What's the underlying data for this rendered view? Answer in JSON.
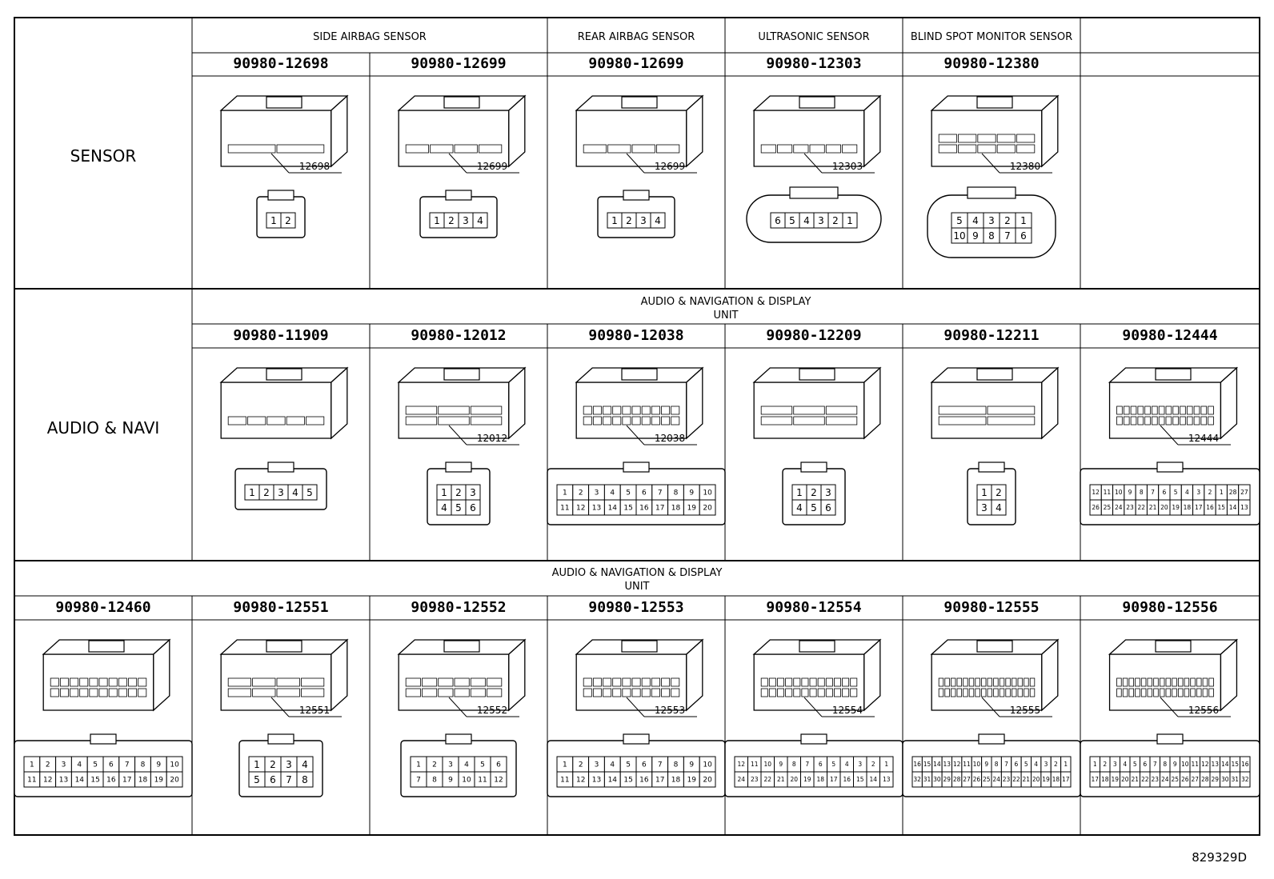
{
  "sections": [
    {
      "row_label": "SENSOR",
      "groups": [
        {
          "title": "SIDE AIRBAG SENSOR",
          "span": 2
        },
        {
          "title": "REAR AIRBAG SENSOR",
          "span": 1
        },
        {
          "title": "ULTRASONIC SENSOR",
          "span": 1
        },
        {
          "title": "BLIND SPOT MONITOR SENSOR",
          "span": 1
        },
        {
          "title": "",
          "span": 1
        }
      ],
      "connectors": [
        {
          "part": "90980-12698",
          "tag": "12698",
          "style": "airbag2",
          "face_pins": [
            "1",
            "2"
          ],
          "face_rows": 1
        },
        {
          "part": "90980-12699",
          "tag": "12699",
          "style": "wired",
          "face_pins": [
            "1",
            "2",
            "3",
            "4"
          ],
          "face_rows": 1
        },
        {
          "part": "90980-12699",
          "tag": "12699",
          "style": "wired",
          "face_pins": [
            "1",
            "2",
            "3",
            "4"
          ],
          "face_rows": 1
        },
        {
          "part": "90980-12303",
          "tag": "12303",
          "style": "round",
          "face_pins": [
            "6",
            "5",
            "4",
            "3",
            "2",
            "1"
          ],
          "face_rows": 1,
          "face_shape": "oval"
        },
        {
          "part": "90980-12380",
          "tag": "12380",
          "style": "round",
          "face_pins": [
            "5",
            "4",
            "3",
            "2",
            "1",
            "10",
            "9",
            "8",
            "7",
            "6"
          ],
          "face_rows": 2,
          "face_shape": "oval"
        },
        {
          "part": "",
          "tag": "",
          "style": "none",
          "face_pins": [],
          "face_rows": 0
        }
      ]
    },
    {
      "row_label": "AUDIO & NAVI",
      "banner": [
        "AUDIO & NAVIGATION & DISPLAY",
        "UNIT"
      ],
      "connectors": [
        {
          "part": "90980-11909",
          "tag": "",
          "style": "latch",
          "face_pins": [
            "1",
            "2",
            "3",
            "4",
            "5"
          ],
          "face_rows": 1
        },
        {
          "part": "90980-12012",
          "tag": "12012",
          "style": "block",
          "face_pins": [
            "1",
            "2",
            "3",
            "4",
            "5",
            "6"
          ],
          "face_rows": 2
        },
        {
          "part": "90980-12038",
          "tag": "12038",
          "style": "wide",
          "face_pins": [
            "1",
            "2",
            "3",
            "4",
            "5",
            "6",
            "7",
            "8",
            "9",
            "10",
            "11",
            "12",
            "13",
            "14",
            "15",
            "16",
            "17",
            "18",
            "19",
            "20"
          ],
          "face_rows": 2
        },
        {
          "part": "90980-12209",
          "tag": "",
          "style": "block",
          "face_pins": [
            "1",
            "2",
            "3",
            "4",
            "5",
            "6"
          ],
          "face_rows": 2
        },
        {
          "part": "90980-12211",
          "tag": "",
          "style": "small",
          "face_pins": [
            "1",
            "2",
            "3",
            "4"
          ],
          "face_rows": 2
        },
        {
          "part": "90980-12444",
          "tag": "12444",
          "style": "wide",
          "face_pins": [
            "12",
            "11",
            "10",
            "9",
            "8",
            "7",
            "6",
            "5",
            "4",
            "3",
            "2",
            "1",
            "28",
            "27",
            "26",
            "25",
            "24",
            "23",
            "22",
            "21",
            "20",
            "19",
            "18",
            "17",
            "16",
            "15",
            "14",
            "13"
          ],
          "face_rows": 2
        }
      ]
    },
    {
      "row_label": "",
      "banner": [
        "AUDIO & NAVIGATION & DISPLAY",
        "UNIT"
      ],
      "connectors": [
        {
          "part": "90980-12460",
          "tag": "",
          "style": "wide",
          "face_pins": [
            "1",
            "2",
            "3",
            "4",
            "5",
            "6",
            "7",
            "8",
            "9",
            "10",
            "11",
            "12",
            "13",
            "14",
            "15",
            "16",
            "17",
            "18",
            "19",
            "20"
          ],
          "face_rows": 2
        },
        {
          "part": "90980-12551",
          "tag": "12551",
          "style": "block",
          "face_pins": [
            "1",
            "2",
            "3",
            "4",
            "5",
            "6",
            "7",
            "8"
          ],
          "face_rows": 2
        },
        {
          "part": "90980-12552",
          "tag": "12552",
          "style": "wide",
          "face_pins": [
            "1",
            "2",
            "3",
            "4",
            "5",
            "6",
            "7",
            "8",
            "9",
            "10",
            "11",
            "12"
          ],
          "face_rows": 2
        },
        {
          "part": "90980-12553",
          "tag": "12553",
          "style": "wide",
          "face_pins": [
            "1",
            "2",
            "3",
            "4",
            "5",
            "6",
            "7",
            "8",
            "9",
            "10",
            "11",
            "12",
            "13",
            "14",
            "15",
            "16",
            "17",
            "18",
            "19",
            "20"
          ],
          "face_rows": 2
        },
        {
          "part": "90980-12554",
          "tag": "12554",
          "style": "wide",
          "face_pins": [
            "12",
            "11",
            "10",
            "9",
            "8",
            "7",
            "6",
            "5",
            "4",
            "3",
            "2",
            "1",
            "24",
            "23",
            "22",
            "21",
            "20",
            "19",
            "18",
            "17",
            "16",
            "15",
            "14",
            "13"
          ],
          "face_rows": 2
        },
        {
          "part": "90980-12555",
          "tag": "12555",
          "style": "wide",
          "face_pins": [
            "16",
            "15",
            "14",
            "13",
            "12",
            "11",
            "10",
            "9",
            "8",
            "7",
            "6",
            "5",
            "4",
            "3",
            "2",
            "1",
            "32",
            "31",
            "30",
            "29",
            "28",
            "27",
            "26",
            "25",
            "24",
            "23",
            "22",
            "21",
            "20",
            "19",
            "18",
            "17"
          ],
          "face_rows": 2
        },
        {
          "part": "90980-12556",
          "tag": "12556",
          "style": "wide",
          "face_pins": [
            "1",
            "2",
            "3",
            "4",
            "5",
            "6",
            "7",
            "8",
            "9",
            "10",
            "11",
            "12",
            "13",
            "14",
            "15",
            "16",
            "17",
            "18",
            "19",
            "20",
            "21",
            "22",
            "23",
            "24",
            "25",
            "26",
            "27",
            "28",
            "29",
            "30",
            "31",
            "32"
          ],
          "face_rows": 2
        }
      ]
    }
  ],
  "figure_id": "829329D"
}
